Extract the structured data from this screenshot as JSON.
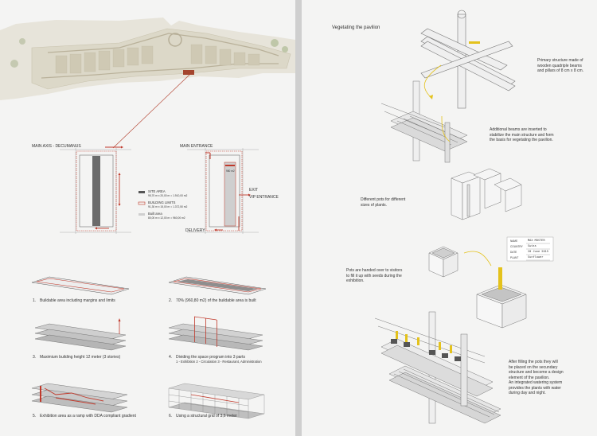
{
  "left": {
    "plan": {
      "main_axis": "MAIN AXIS - DECUMANUS",
      "main_entrance": "MAIN ENTRANCE",
      "exit": "EXIT",
      "vip_entrance": "VIP ENTRANCE",
      "delivery": "DELIVERY",
      "dim_label": "980 m2"
    },
    "legend": [
      {
        "title": "SITE AREA",
        "sub": "95,70 m x 20,00 m = 1.910,00 m2",
        "color": "#555555"
      },
      {
        "title": "BUILDING LIMITS",
        "sub": "91,30 m x 15,00 m = 1.372,50 m2",
        "color": "#c0392b"
      },
      {
        "title": "Built area",
        "sub": "80,00 m x 12,00 m = 960,00 m2",
        "color": "#cfcfcf"
      }
    ],
    "steps": [
      {
        "num": "1.",
        "text": "Buildable area including margins and limits"
      },
      {
        "num": "2.",
        "text": "70% (960,80 m2) of the buildable area is built"
      },
      {
        "num": "3.",
        "text": "Maximium building height 12 meter (3 stories)"
      },
      {
        "num": "4.",
        "text": "Dividing the space program into 3 parts",
        "sub": "1 - Exhibition  2 - Circulation  3 - Restaurant, Administration"
      },
      {
        "num": "5.",
        "text": "Exhibition area as a ramp with DDA compliant gradient"
      },
      {
        "num": "6.",
        "text": "Using a structural grid of 3,6 meter"
      }
    ]
  },
  "right": {
    "title": "Vegetating the pavilion",
    "notes": [
      "Primary structure made of\nwooden quadriple beams\nand pillars of 8 cm x 8 cm.",
      "Additional beams are inserted to\nstabilize the main structure and form\nthe basis for vegetating the pavilion.",
      "Different pots for different\nsizes of plants.",
      "Pots are handed over to visitors\nto fill it up with seeds during the\nexhibition.",
      "After filling the pots they will\nbe placed on the secundary\nstructure and become a design\nelement of the pavilion.\nAn integrated watering system\nprovides the plants with water\nduring day and night."
    ],
    "tag": {
      "rows": [
        {
          "label": "NAME",
          "value": "MAX MUSTER"
        },
        {
          "label": "COUNTRY",
          "value": "Swiss"
        },
        {
          "label": "DATE",
          "value": "20 June 2015"
        },
        {
          "label": "PLANT",
          "value": "Sunflower"
        }
      ]
    }
  }
}
